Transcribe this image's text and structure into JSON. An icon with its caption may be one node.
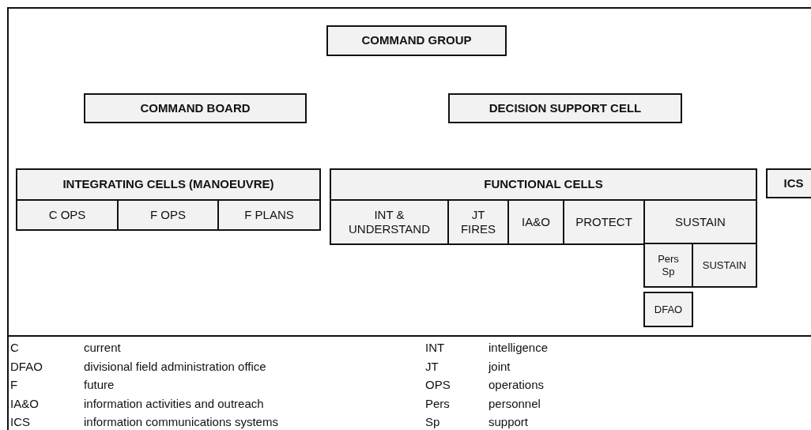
{
  "diagram": {
    "nodes": [
      {
        "text": [
          "COMMAND GROUP"
        ]
      },
      {
        "text": [
          "COMMAND BOARD"
        ]
      },
      {
        "text": [
          "DECISION SUPPORT CELL"
        ]
      },
      {
        "text": [
          "INTEGRATING CELLS (MANOEUVRE)"
        ]
      },
      {
        "text": [
          "C OPS"
        ],
        "in": 3
      },
      {
        "text": [
          "F OPS"
        ],
        "in": 3
      },
      {
        "text": [
          "F PLANS"
        ],
        "in": 3
      },
      {
        "text": [
          "FUNCTIONAL CELLS"
        ]
      },
      {
        "text": [
          "INT & UNDERSTAND"
        ],
        "in": 7
      },
      {
        "text": [
          "JT FIRES"
        ],
        "in": 7
      },
      {
        "text": [
          "IA&O"
        ],
        "in": 7
      },
      {
        "text": [
          "PROTECT"
        ],
        "in": 7
      },
      {
        "text": [
          "SUSTAIN"
        ],
        "in": 7
      },
      {
        "text": [
          "Pers Sp"
        ]
      },
      {
        "text": [
          "SUSTAIN"
        ]
      },
      {
        "text": [
          "DFAO"
        ]
      },
      {
        "text": [
          "ICS"
        ]
      }
    ],
    "labels": [
      "C",
      "current",
      "INT",
      "intelligence",
      "DFAO",
      "divisional field administration office",
      "JT",
      "joint",
      "F",
      "future",
      "OPS",
      "operations",
      "IA&O",
      "information activities and outreach",
      "Pers",
      "personnel",
      "ICS",
      "information communications systems",
      "Sp",
      "support"
    ]
  }
}
